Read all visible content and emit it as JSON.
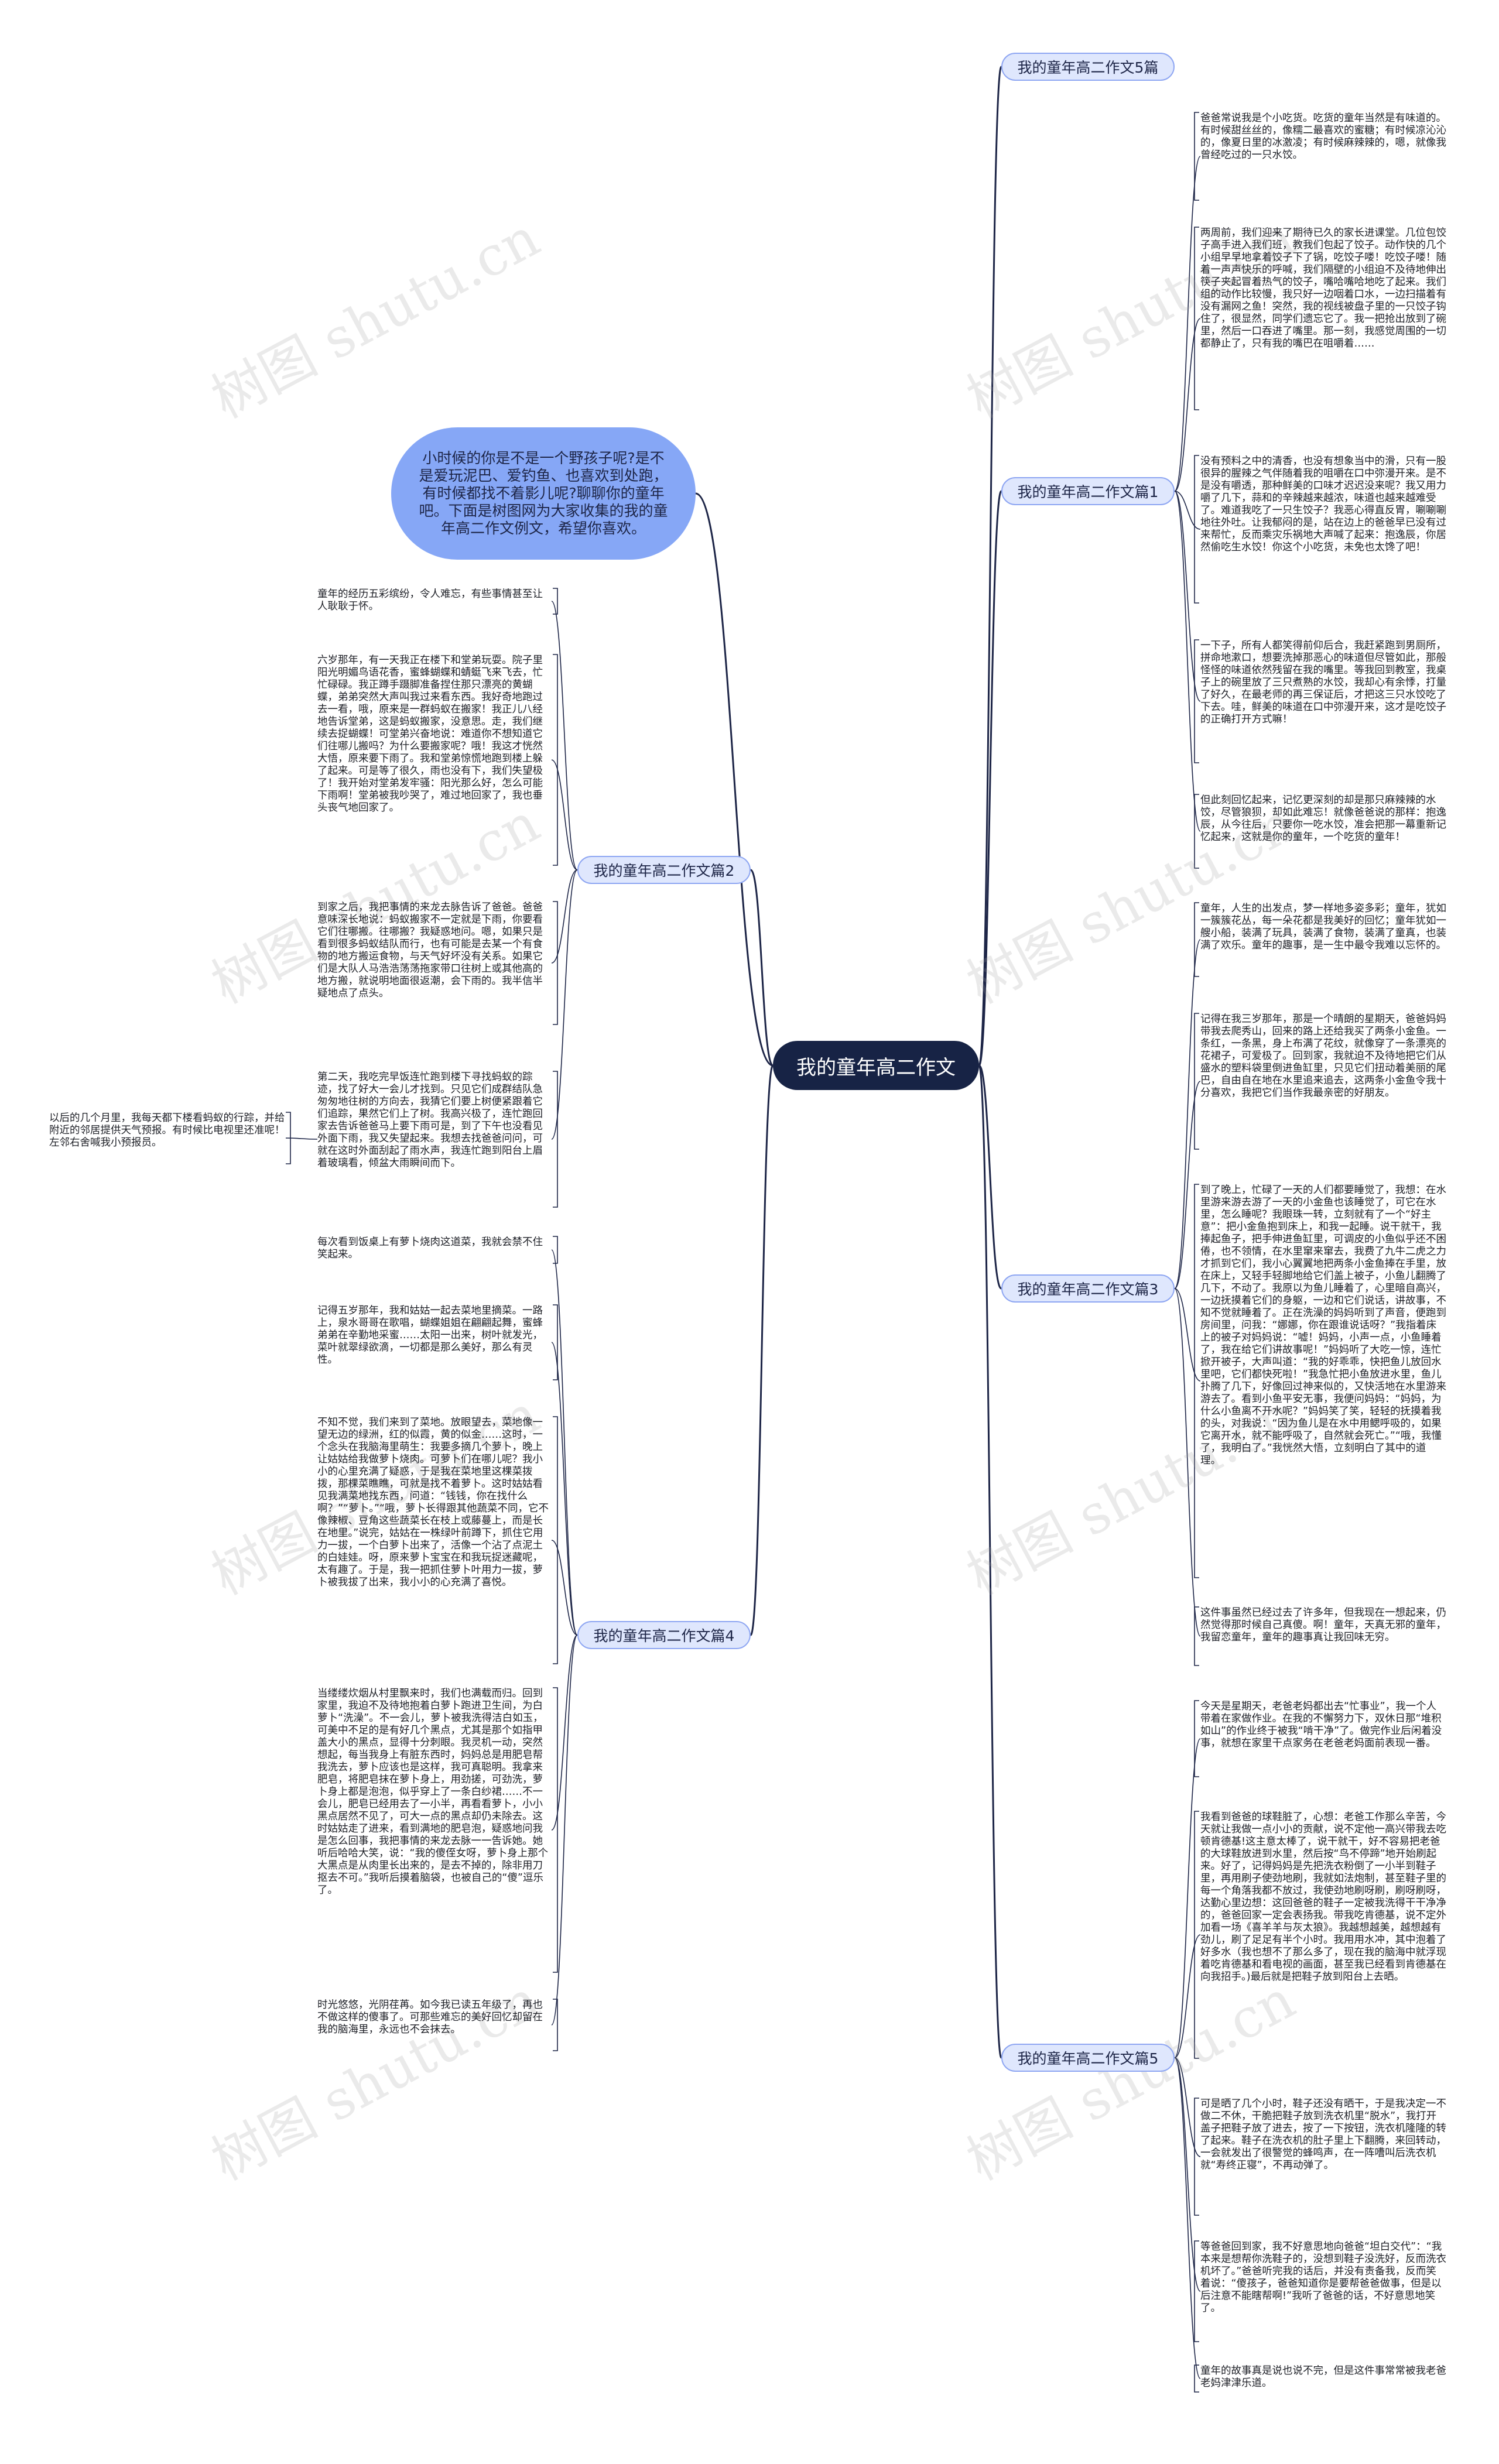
{
  "center_title": "我的童年高二作文",
  "intro_text": "小时候的你是不是一个野孩子呢?是不是爱玩泥巴、爱钓鱼、也喜欢到处跑，有时候都找不着影儿呢?聊聊你的童年吧。下面是树图网为大家收集的我的童年高二作文例文，希望你喜欢。",
  "watermark": "树图 shutu.cn",
  "branches": [
    {
      "label": "我的童年高二作文5篇"
    },
    {
      "label": "我的童年高二作文篇1"
    },
    {
      "label": "我的童年高二作文篇2"
    },
    {
      "label": "我的童年高二作文篇3"
    },
    {
      "label": "我的童年高二作文篇4"
    },
    {
      "label": "我的童年高二作文篇5"
    }
  ],
  "leaves_right": [
    {
      "text": "爸爸常说我是个小吃货。吃货的童年当然是有味道的。有时候甜丝丝的，像糯二最喜欢的蜜糖；有时候凉沁沁的，像夏日里的冰激凌；有时候麻辣辣的，嗯，就像我曾经吃过的一只水饺。"
    },
    {
      "text": "两周前，我们迎来了期待已久的家长进课堂。几位包饺子高手进入我们班，教我们包起了饺子。动作快的几个小组早早地拿着饺子下了锅，吃饺子喽！吃饺子喽！随着一声声快乐的呼喊，我们隔壁的小组迫不及待地伸出筷子夹起冒着热气的饺子，嘴哈嘴哈地吃了起来。我们组的动作比较慢，我只好一边咽着口水，一边扫描着有没有漏网之鱼！突然，我的视线被盘子里的一只饺子钩住了，很显然，同学们遗忘它了。我一把抢出放到了碗里，然后一口吞进了嘴里。那一刻，我感觉周围的一切都静止了，只有我的嘴巴在咀嚼着……"
    },
    {
      "text": "没有预料之中的清香，也没有想象当中的滑，只有一股很异的腥辣之气伴随着我的咀嚼在口中弥漫开来。是不是没有嚼透，那种鲜美的口味才迟迟没来呢？我又用力嚼了几下，蒜和的辛辣越来越浓，味道也越来越难受了。难道我吃了一只生饺子？我恶心得直反胃，唰唰唰地往外吐。让我郁闷的是，站在边上的爸爸早已没有过来帮忙，反而乘灾乐祸地大声喊了起来：抱逸辰，你居然偷吃生水饺！你这个小吃货，未免也太馋了吧！"
    },
    {
      "text": "一下子，所有人都笑得前仰后合，我赶紧跑到男厕所，拼命地漱口，想要洗掉那恶心的味道但尽管如此，那般怪怪的味道依然残留在我的嘴里。等我回到教室，我桌子上的碗里放了三只煮熟的水饺，我却心有余悸，打量了好久，在最老师的再三保证后，才把这三只水饺吃了下去。哇，鲜美的味道在口中弥漫开来，这才是吃饺子的正确打开方式嘛！"
    },
    {
      "text": "但此刻回忆起来，记忆更深刻的却是那只麻辣辣的水饺，尽管狼狈，却如此难忘！就像爸爸说的那样：抱逸辰，从今往后，只要你一吃水饺，准会把那一幕重新记忆起来，这就是你的童年，一个吃货的童年！"
    },
    {
      "text": "童年，人生的出发点，梦一样地多姿多彩；童年，犹如一簇簇花丛，每一朵花都是我美好的回忆；童年犹如一艘小船，装满了玩具，装满了食物，装满了童真，也装满了欢乐。童年的趣事，是一生中最令我难以忘怀的。"
    },
    {
      "text": "记得在我三岁那年，那是一个晴朗的星期天，爸爸妈妈带我去爬秀山，回来的路上还给我买了两条小金鱼。一条红，一条黑，身上布满了花纹，就像穿了一条漂亮的花裙子，可爱极了。回到家，我就迫不及待地把它们从盛水的塑料袋里倒进鱼缸里，只见它们扭动着美丽的尾巴，自由自在地在水里追来追去，这两条小金鱼令我十分喜欢，我把它们当作我最亲密的好朋友。"
    },
    {
      "text": "到了晚上，忙碌了一天的人们都要睡觉了，我想：在水里游来游去游了一天的小金鱼也该睡觉了，可它在水里，怎么睡呢？我眼珠一转，立刻就有了一个“好主意”：把小金鱼抱到床上，和我一起睡。说干就干，我捧起鱼子，把手伸进鱼缸里，可调皮的小鱼似乎还不困倦，也不领情，在水里窜来窜去，我费了九牛二虎之力才抓到它们，我小心翼翼地把两条小金鱼捧在手里，放在床上，又轻手轻脚地给它们盖上被子，小鱼儿翻腾了几下，不动了。我原以为鱼儿睡着了，心里暗自高兴，一边抚摸着它们的身躯，一边和它们说话，讲故事，不知不觉就睡着了。正在洗澡的妈妈听到了声音，便跑到房间里，问我：“娜娜，你在跟谁说话呀？”我指着床上的被子对妈妈说：“嘘！妈妈，小声一点，小鱼睡着了，我在给它们讲故事呢！”妈妈听了大吃一惊，连忙掀开被子，大声叫道：“我的好乖乖，快把鱼儿放回水里吧，它们都快死啦！”我急忙把小鱼放进水里，鱼儿扑腾了几下，好像回过神来似的，又快活地在水里游来游去了。看到小鱼平安无事，我便问妈妈：“妈妈，为什么小鱼离不开水呢？”妈妈笑了笑，轻轻的抚摸着我的头，对我说：“因为鱼儿是在水中用鳃呼吸的，如果它离开水，就不能呼吸了，自然就会死亡。”“哦，我懂了，我明白了。”我恍然大悟，立刻明白了其中的道理。"
    },
    {
      "text": "这件事虽然已经过去了许多年，但我现在一想起来，仍然觉得那时候自己真傻。啊！童年，天真无邪的童年，我留恋童年，童年的趣事真让我回味无穷。"
    },
    {
      "text": "今天是星期天，老爸老妈都出去“忙事业”，我一个人带着在家做作业。在我的不懈努力下，双休日那“堆积如山”的作业终于被我“啃干净”了。做完作业后闲着没事，就想在家里干点家务在老爸老妈面前表现一番。"
    },
    {
      "text": "我看到爸爸的球鞋脏了，心想：老爸工作那么辛苦，今天就让我做一点小小的贡献，说不定他一高兴带我去吃顿肯德基!这主意太棒了，说干就干，好不容易把老爸的大球鞋放进到水里，然后按“鸟不停蹄”地开始刷起来。好了，记得妈妈是先把洗衣粉倒了一小半到鞋子里，再用刷子使劲地刷，我就如法炮制，甚至鞋子里的每一个角落我都不放过，我使劲地刷呀刷，刷呀刷呀，达勤心里边想：这回爸爸的鞋子一定被我洗得干干净净的，爸爸回家一定会表扬我。带我吃肯德基，说不定外加看一场《喜羊羊与灰太狼》。我越想越美，越想越有劲儿，刷了足足有半个小时。我用用水冲，其中泡着了好多水（我也想不了那么多了，现在我的脑海中就浮现着吃肯德基和看电视的画面，甚至我已经看到肯德基在向我招手。)最后就是把鞋子放到阳台上去晒。"
    },
    {
      "text": "可是晒了几个小时，鞋子还没有晒干，于是我决定一不做二不休，干脆把鞋子放到洗衣机里“脱水”，我打开盖子把鞋子放了进去，按了一下按钮，洗衣机隆隆的转了起来。鞋子在洗衣机的肚子里上下翻腾，来回转动，一会就发出了很警觉的蜂鸣声，在一阵嘈叫后洗衣机就“寿终正寝”，不再动弹了。"
    },
    {
      "text": "等爸爸回到家，我不好意思地向爸爸“坦白交代”：“我本来是想帮你洗鞋子的，没想到鞋子没洗好，反而洗衣机坏了。”爸爸听完我的话后，并没有责备我，反而笑着说：“傻孩子，爸爸知道你是要帮爸爸做事，但是以后注意不能瞎帮啊!”我听了爸爸的话，不好意思地笑了。"
    },
    {
      "text": "童年的故事真是说也说不完，但是这件事常常被我老爸老妈津津乐道。"
    }
  ],
  "leaves_left": [
    {
      "text": "童年的经历五彩缤纷，令人难忘，有些事情甚至让人耿耿于怀。"
    },
    {
      "text": "六岁那年，有一天我正在楼下和堂弟玩耍。院子里阳光明媚鸟语花香，蜜蜂蝴蝶和蜻蜓飞来飞去，忙忙碌碌。我正蹲手蹑脚准备捏住那只漂亮的黄蝴蝶，弟弟突然大声叫我过来看东西。我好奇地跑过去一看，哦，原来是一群蚂蚁在搬家！我正儿八经地告诉堂弟，这是蚂蚁搬家，没意思。走，我们继续去捉蝴蝶！可堂弟兴奋地说：难道你不想知道它们往哪儿搬吗？为什么要搬家呢？哦！我这才恍然大悟，原来要下雨了。我和堂弟惊慌地跑到楼上躲了起来。可是等了很久，雨也没有下，我们失望极了！我开始对堂弟发牢骚：阳光那么好，怎么可能下雨啊！堂弟被我吵哭了，难过地回家了，我也垂头丧气地回家了。"
    },
    {
      "text": "到家之后，我把事情的来龙去脉告诉了爸爸。爸爸意味深长地说：蚂蚁搬家不一定就是下雨，你要看它们往哪搬。往哪搬？我疑惑地问。嗯，如果只是看到很多蚂蚁结队而行，也有可能是去某一个有食物的地方搬运食物，与天气好坏没有关系。如果它们是大队人马浩浩荡荡拖家带口往树上或其他高的地方搬，就说明地面很返潮，会下雨的。我半信半疑地点了点头。"
    },
    {
      "text": "第二天，我吃完早饭连忙跑到楼下寻找蚂蚁的踪迹，找了好大一会儿才找到。只见它们成群结队急匆匆地往树的方向去，我猜它们要上树便紧跟着它们追踪，果然它们上了树。我高兴极了，连忙跑回家去告诉爸爸马上要下雨可是，到了下午也没看见外面下雨，我又失望起来。我想去找爸爸问问，可就在这时外面刮起了雨水声，我连忙跑到阳台上眉着玻璃看，倾盆大雨瞬间而下。"
    },
    {
      "text": "每次看到饭桌上有萝卜烧肉这道菜，我就会禁不住笑起来。"
    },
    {
      "text": "记得五岁那年，我和姑姑一起去菜地里摘菜。一路上，泉水哥哥在歌唱，蝴蝶姐姐在翩翩起舞，蜜蜂弟弟在辛勤地采蜜……太阳一出来，树叶就发光，菜叶就翠绿欲滴，一切都是那么美好，那么有灵性。"
    },
    {
      "text": "不知不觉，我们来到了菜地。放眼望去，菜地像一望无边的绿洲，红的似霞，黄的似金……这时，一个念头在我脑海里萌生：我要多摘几个萝卜，晚上让姑姑给我做萝卜烧肉。可萝卜们在哪儿呢？我小小的心里充满了疑惑，于是我在菜地里这棵菜拨拨，那棵菜瞧瞧，可就是找不着萝卜。这时姑姑看见我满菜地找东西，问道：“钱钱，你在找什么啊？”“萝卜。”“哦，萝卜长得跟其他蔬菜不同，它不像辣椒、豆角这些蔬菜长在枝上或藤蔓上，而是长在地里。”说完，姑姑在一株绿叶前蹲下，抓住它用力一拔，一个白萝卜出来了，活像一个沾了点泥土的白娃娃。呀，原来萝卜宝宝在和我玩捉迷藏呢，太有趣了。于是，我一把抓住萝卜叶用力一拔，萝卜被我拔了出来，我小小的心充满了喜悦。"
    },
    {
      "text": "当缕缕炊烟从村里飘来时，我们也满载而归。回到家里，我迫不及待地抱着白萝卜跑进卫生间，为白萝卜“洗澡”。不一会儿，萝卜被我洗得洁白如玉，可美中不足的是有好几个黑点，尤其是那个如指甲盖大小的黑点，显得十分刺眼。我灵机一动，突然想起，每当我身上有脏东西时，妈妈总是用肥皂帮我洗去，萝卜应该也是这样，我可真聪明。我拿来肥皂，将肥皂抹在萝卜身上，用劲搓，可劲洗，萝卜身上都是泡泡，似乎穿上了一条白纱裙……不一会儿，肥皂已经用去了一小半，再看看萝卜，小小黑点居然不见了，可大一点的黑点却仍未除去。这时姑姑走了进来，看到满地的肥皂泡，疑惑地问我是怎么回事，我把事情的来龙去脉一一告诉她。她听后哈哈大笑，说：“我的傻侄女呀，萝卜身上那个大黑点是从肉里长出来的，是去不掉的，除非用刀抠去不可。”我听后摸着脑袋，也被自己的“傻”逗乐了。"
    },
    {
      "text": "时光悠悠，光阴荏苒。如今我已读五年级了，再也不做这样的傻事了。可那些难忘的美好回忆却留在我的脑海里，永远也不会抹去。"
    }
  ],
  "leaf_far_left": {
    "text": "以后的几个月里，我每天都下楼看蚂蚁的行踪，并给附近的邻居提供天气预报。有时候比电视里还准呢！左邻右舍喊我小预报员。"
  }
}
